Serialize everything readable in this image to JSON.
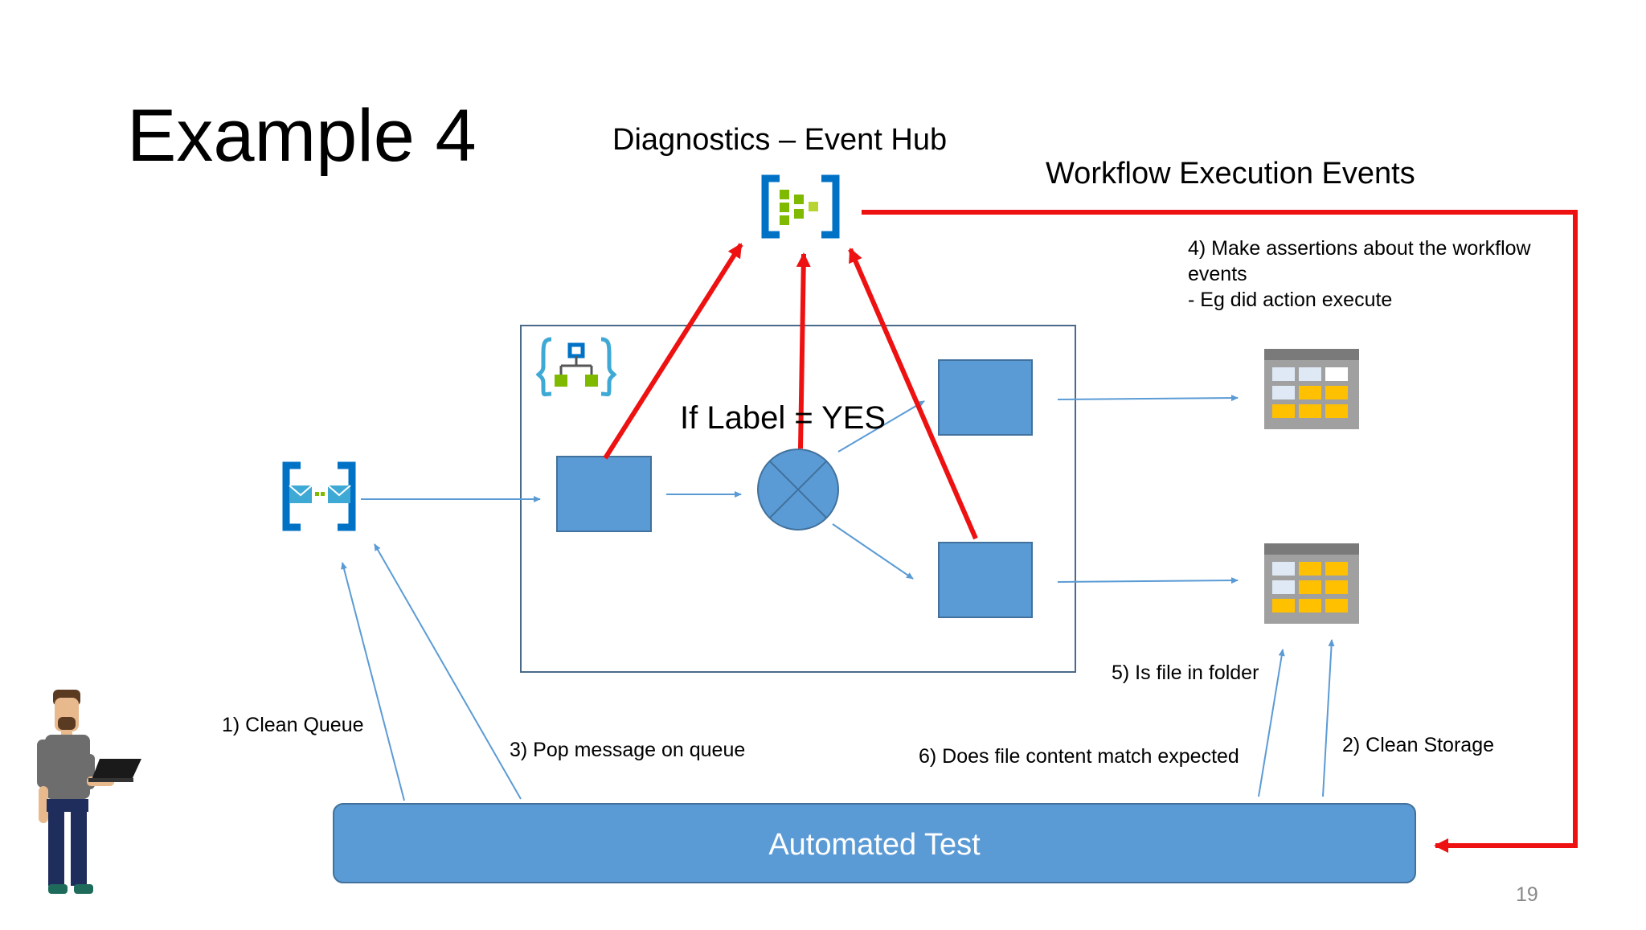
{
  "slide": {
    "title": "Example 4",
    "page_number": "19"
  },
  "event_hub": {
    "label": "Diagnostics – Event Hub",
    "icon": "event-hub-icon"
  },
  "workflow_events_label": "Workflow Execution Events",
  "logic_app": {
    "icon": "logic-app-icon",
    "condition_label": "If Label = YES"
  },
  "queue": {
    "icon": "service-bus-queue-icon"
  },
  "storage": {
    "icon": "storage-table-icon"
  },
  "automated_test": {
    "label": "Automated Test"
  },
  "steps": {
    "step1": "1) Clean Queue",
    "step2": "2) Clean Storage",
    "step3": "3) Pop message on queue",
    "step4_line1": "4) Make assertions about the workflow",
    "step4_line2": "events",
    "step4_line3": "- Eg did action execute",
    "step5": "5) Is file in folder",
    "step6": "6) Does file content match expected"
  },
  "colors": {
    "box_fill": "#5b9bd5",
    "box_stroke": "#41719c",
    "thin_arrow": "#5b9bd5",
    "red_arrow": "#ee1111",
    "container_stroke": "#4a6a8a",
    "azure_blue": "#0072c6",
    "event_green": "#7fba00",
    "storage_yellow": "#ffc000"
  }
}
